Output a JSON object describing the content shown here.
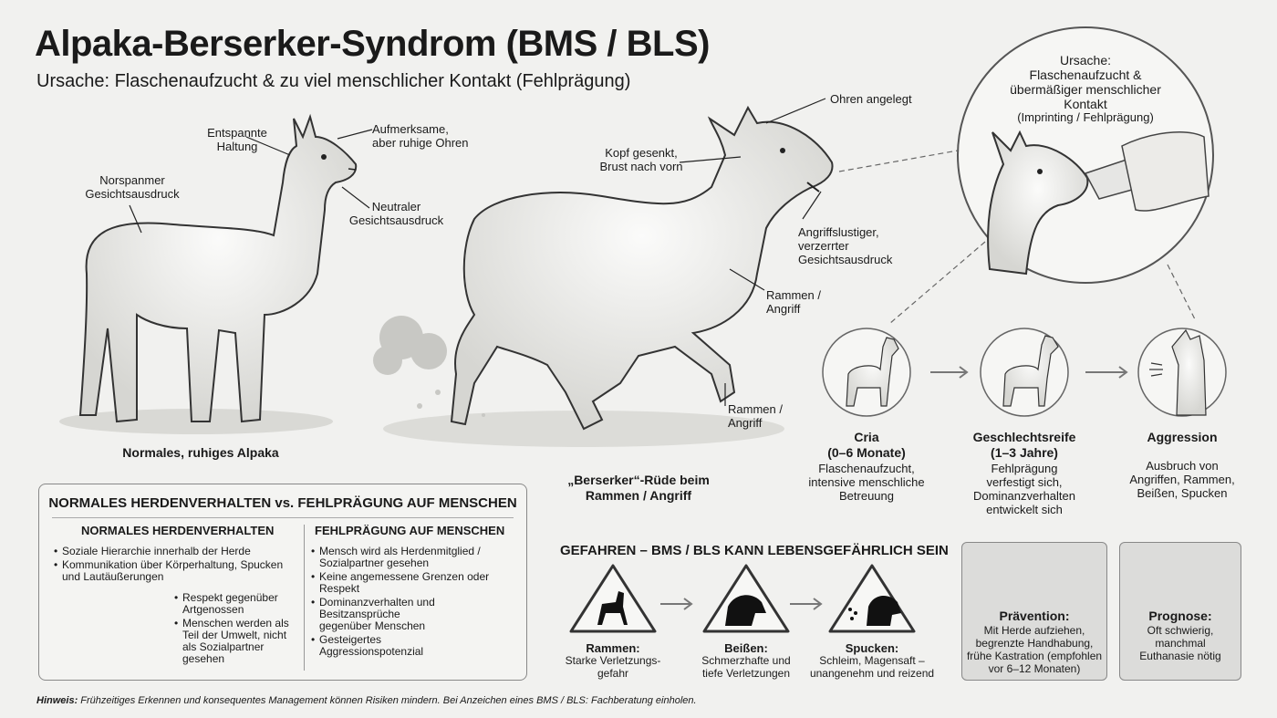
{
  "header": {
    "title": "Alpaka-Berserker-Syndrom (BMS / BLS)",
    "subtitle": "Ursache: Flaschenaufzucht & zu viel menschlicher Kontakt (Fehlprägung)"
  },
  "normal_alpaca": {
    "labels": {
      "relaxed_posture": "Entspannte\nHaltung",
      "alert_ears": "Aufmerksame,\naber ruhige Ohren",
      "face_expression": "Norspanmer\nGesichtsausdruck",
      "neutral_face": "Neutraler\nGesichtsausdruck"
    },
    "caption": "Normales, ruhiges Alpaka"
  },
  "berserker": {
    "labels": {
      "ears_back": "Ohren angelegt",
      "head_down": "Kopf gesenkt,\nBrust nach vorn",
      "aggressive_face": "Angriffslustiger,\nverzerrter\nGesichtsausdruck",
      "ramming_1": "Rammen /\nAngriff",
      "ramming_2": "Rammen /\nAngriff"
    },
    "caption": "„Berserker“-Rüde beim\nRammen / Angriff"
  },
  "cause_circle": {
    "text": "Ursache:\nFlaschenaufzucht &\nübermäßiger menschlicher\nKontakt",
    "subtext": "(Imprinting / Fehlprägung)"
  },
  "timeline": [
    {
      "title": "Cria\n(0–6 Monate)",
      "text": "Flaschenaufzucht,\nintensive menschliche\nBetreuung"
    },
    {
      "title": "Geschlechtsreife\n(1–3 Jahre)",
      "text": "Fehlprägung\nverfestigt sich,\nDominanzverhalten\nentwickelt sich"
    },
    {
      "title": "Aggression",
      "text": "Ausbruch von\nAngriffen, Rammen,\nBeißen, Spucken"
    }
  ],
  "comparison": {
    "title": "NORMALES HERDENVERHALTEN vs. FEHLPRÄGUNG AUF MENSCHEN",
    "left": {
      "heading": "NORMALES HERDENVERHALTEN",
      "items": [
        "Soziale Hierarchie innerhalb der Herde",
        "Kommunikation über Körperhaltung, Spucken und Lautäußerungen",
        "Respekt gegenüber Artgenossen",
        "Menschen werden als Teil der Umwelt, nicht als Sozialpartner gesehen"
      ]
    },
    "right": {
      "heading": "FEHLPRÄGUNG AUF MENSCHEN",
      "items": [
        "Mensch wird als Herdenmitglied / Sozialpartner gesehen",
        "Keine angemessene Grenzen oder Respekt",
        "Dominanzverhalten und Besitzansprüche gegenüber Menschen",
        "Gesteigertes Aggressionspotenzial"
      ]
    }
  },
  "dangers": {
    "title": "GEFAHREN – BMS / BLS KANN LEBENSGEFÄHRLICH SEIN",
    "items": [
      {
        "name": "Rammen:",
        "text": "Starke Verletzungs-\ngefahr",
        "icon": "ramming-warning-icon"
      },
      {
        "name": "Beißen:",
        "text": "Schmerzhafte und\ntiefe Verletzungen",
        "icon": "biting-warning-icon"
      },
      {
        "name": "Spucken:",
        "text": "Schleim, Magensaft –\nunangenehm und reizend",
        "icon": "spitting-warning-icon"
      }
    ]
  },
  "prevention": {
    "heading": "Prävention:",
    "text": "Mit Herde aufziehen,\nbegrenzte Handhabung,\nfrühe Kastration (empfohlen\nvor 6–12 Monaten)",
    "icon": "shield-check-icon"
  },
  "prognosis": {
    "heading": "Prognose:",
    "text": "Oft schwierig,\nmanchmal\nEuthanasie nötig",
    "icon": "medical-cross-icon"
  },
  "footer": {
    "note_label": "Hinweis:",
    "note_text": " Frühzeitiges Erkennen und konsequentes Management können Risiken mindern. Bei Anzeichen eines BMS / BLS: Fachberatung einholen."
  },
  "colors": {
    "background": "#f1f1ef",
    "ink": "#1a1a1a",
    "card": "#dcdcda",
    "border": "#888888"
  }
}
